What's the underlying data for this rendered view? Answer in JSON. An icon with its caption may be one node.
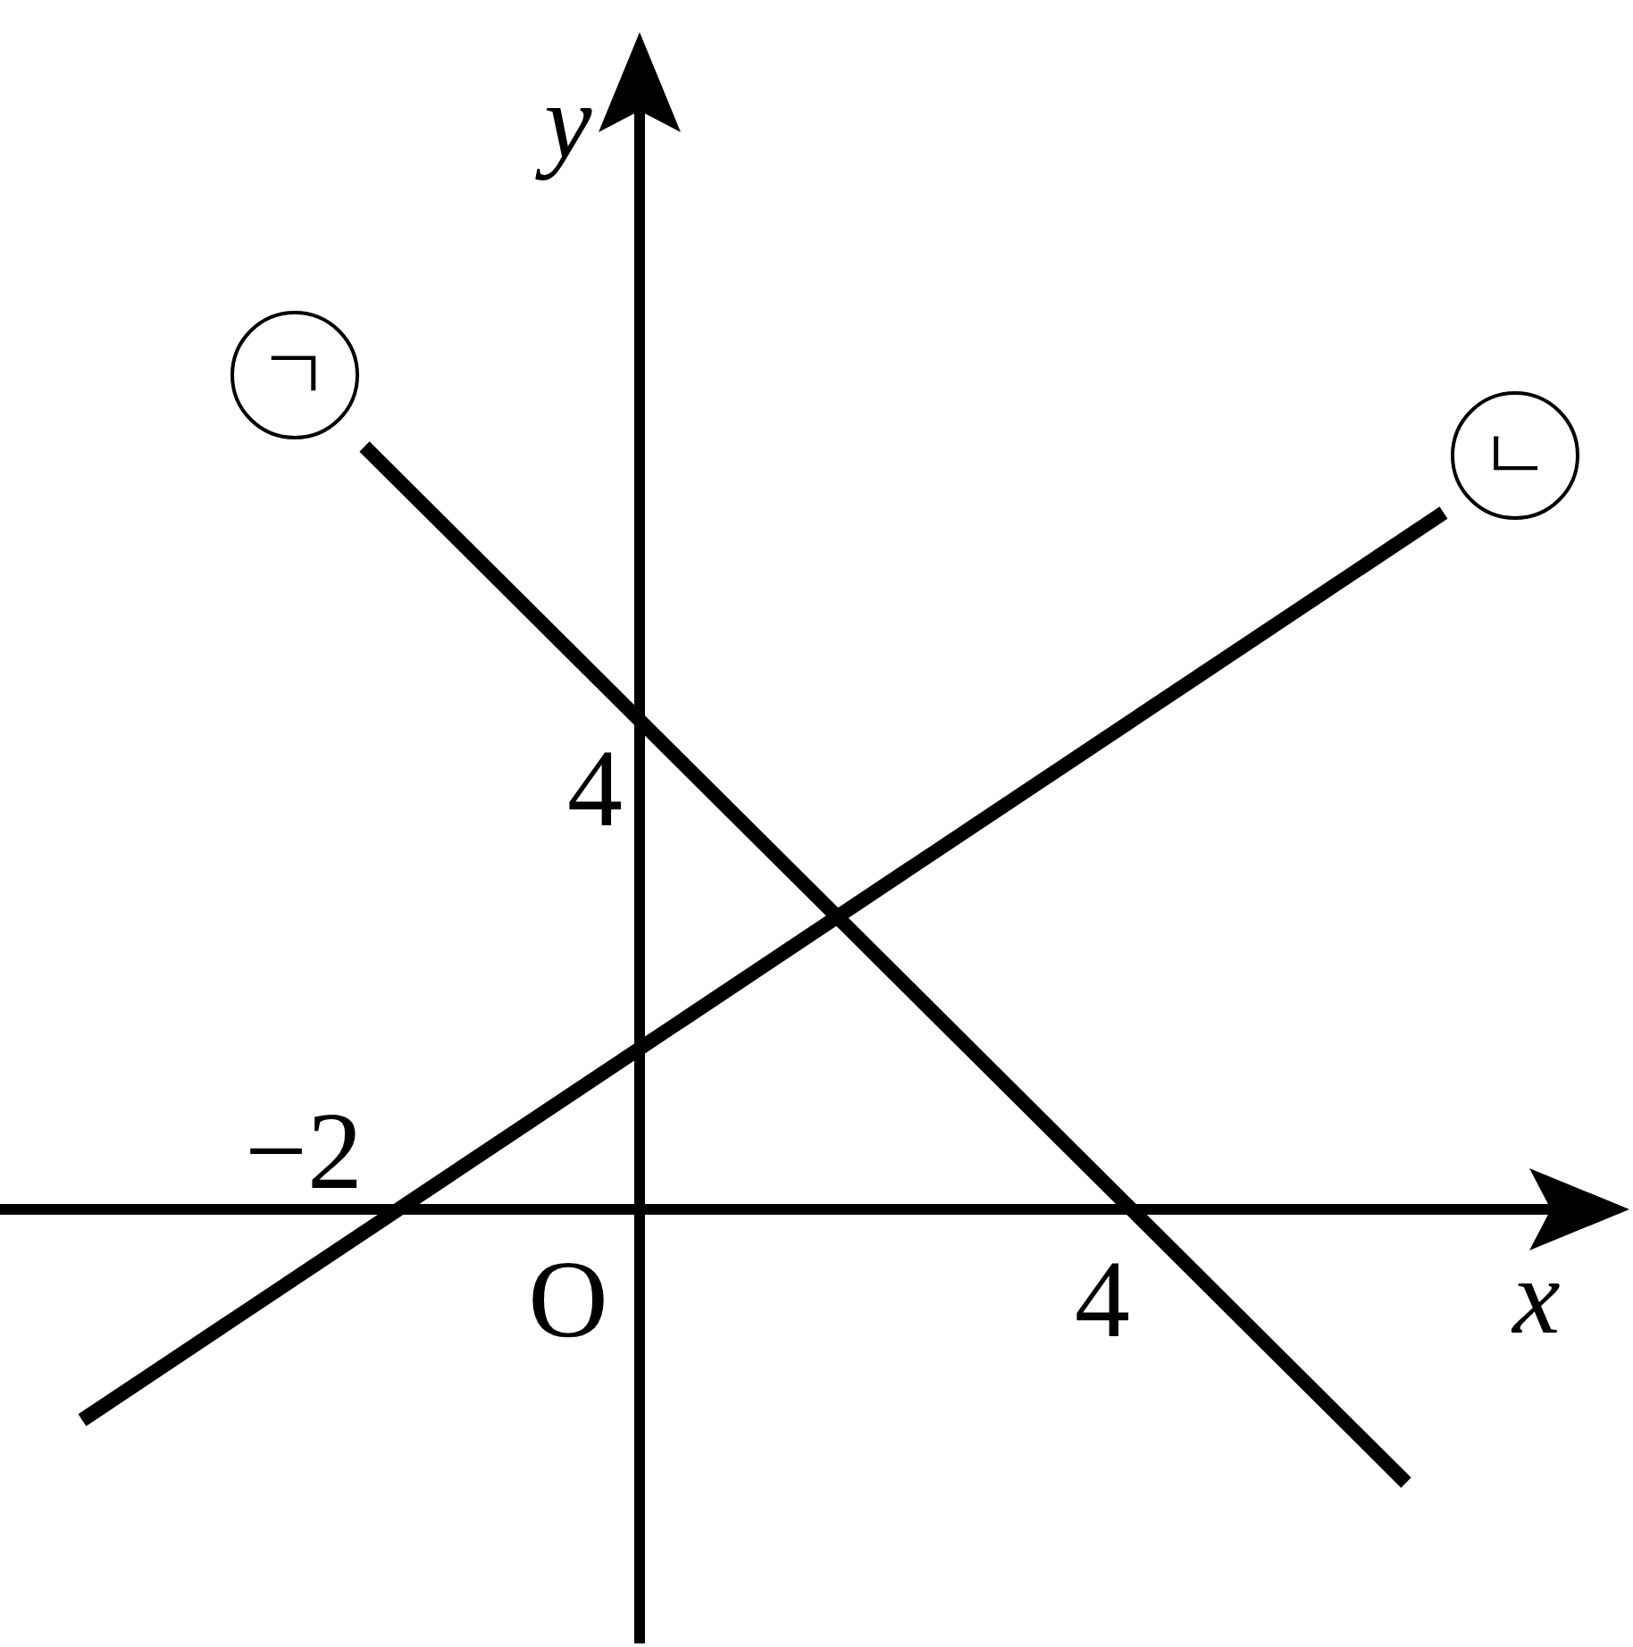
{
  "diagram": {
    "nodes": [
      {
        "text": [
          "ㄱ"
        ]
      },
      {
        "text": [
          "ㄴ"
        ]
      }
    ],
    "labels": [
      "y",
      "4",
      "−2",
      "O",
      "4",
      "x"
    ]
  }
}
